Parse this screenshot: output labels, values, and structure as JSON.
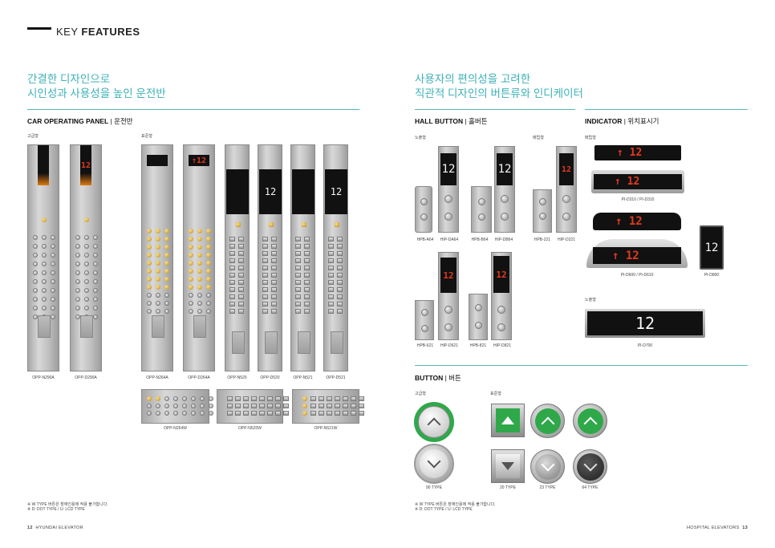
{
  "header": {
    "title_light": "KEY ",
    "title_bold": "FEATURES"
  },
  "left": {
    "heading_line1": "간결한 디자인으로",
    "heading_line2": "시인성과 사용성을 높인 운전반",
    "section_bold": "CAR OPERATING PANEL",
    "section_light": " | 운전반",
    "group_premium": "고급형",
    "group_standard": "표준형",
    "panels": [
      {
        "caption": "OPP-N290A",
        "display": ""
      },
      {
        "caption": "OPP-D290A",
        "display": "12"
      },
      {
        "caption": "OPP-N264A",
        "display": ""
      },
      {
        "caption": "OPP-D264A",
        "display": "↑12"
      },
      {
        "caption": "OPP-N520",
        "display": ""
      },
      {
        "caption": "OPP-D520",
        "display": "12"
      },
      {
        "caption": "OPP-N521",
        "display": ""
      },
      {
        "caption": "OPP-D521",
        "display": "12"
      }
    ],
    "wide_panels": [
      "OPP-N264W",
      "OPP-N520W",
      "OPP-N521W"
    ],
    "footnote1": "※ W TYPE 버튼은 장애인용에 적용 불가합니다.",
    "footnote2": "※ D: DOT TYPE / U: LCD TYPE",
    "page": "12",
    "brand": "HYUNDAI ELEVATOR"
  },
  "right": {
    "heading_line1": "사용자의 편의성을 고려한",
    "heading_line2": "직관적 디자인의 버튼류와 인디케이터",
    "hall_bold": "HALL BUTTON",
    "hall_light": " | 홀버튼",
    "hall_exposed": "노출형",
    "hall_buried": "매립형",
    "hall_row1": [
      "HPB-A64",
      "HIP-DA64",
      "HPB-B64",
      "HIP-DB64",
      "HPB-221",
      "HIP-D221"
    ],
    "hall_row2": [
      "HPB-621",
      "HIP-D621",
      "HPB-821",
      "HIP-D821"
    ],
    "hall_display": "12",
    "ind_bold": "INDICATOR",
    "ind_light": " | 위치표시기",
    "ind_buried": "매립형",
    "ind_exposed": "노출형",
    "ind_value": "↑ 12",
    "ind_caption1": "PI-D310 / PI-D310",
    "ind_caption2": "PI-D600 / PI-D610",
    "ind_caption3": "PI-D800",
    "ind_caption4": "PI-D700",
    "ind_single": "12",
    "button_bold": "BUTTON",
    "button_light": " | 버튼",
    "btn_premium": "고급형",
    "btn_standard": "표준형",
    "btn_types": [
      "90 TYPE",
      "20 TYPE",
      "23 TYPE",
      "64 TYPE"
    ],
    "footnote1": "※ W TYPE 버튼은 장애인용에 적용 불가합니다.",
    "footnote2": "※ D: DOT TYPE / U: LCD TYPE",
    "page": "13",
    "brand": "HOSPITAL ELEVATORS"
  },
  "colors": {
    "accent": "#3eb1b6",
    "rule": "#53b9bc",
    "indicator_red": "#e23a1e",
    "button_green": "#2fa84a"
  }
}
